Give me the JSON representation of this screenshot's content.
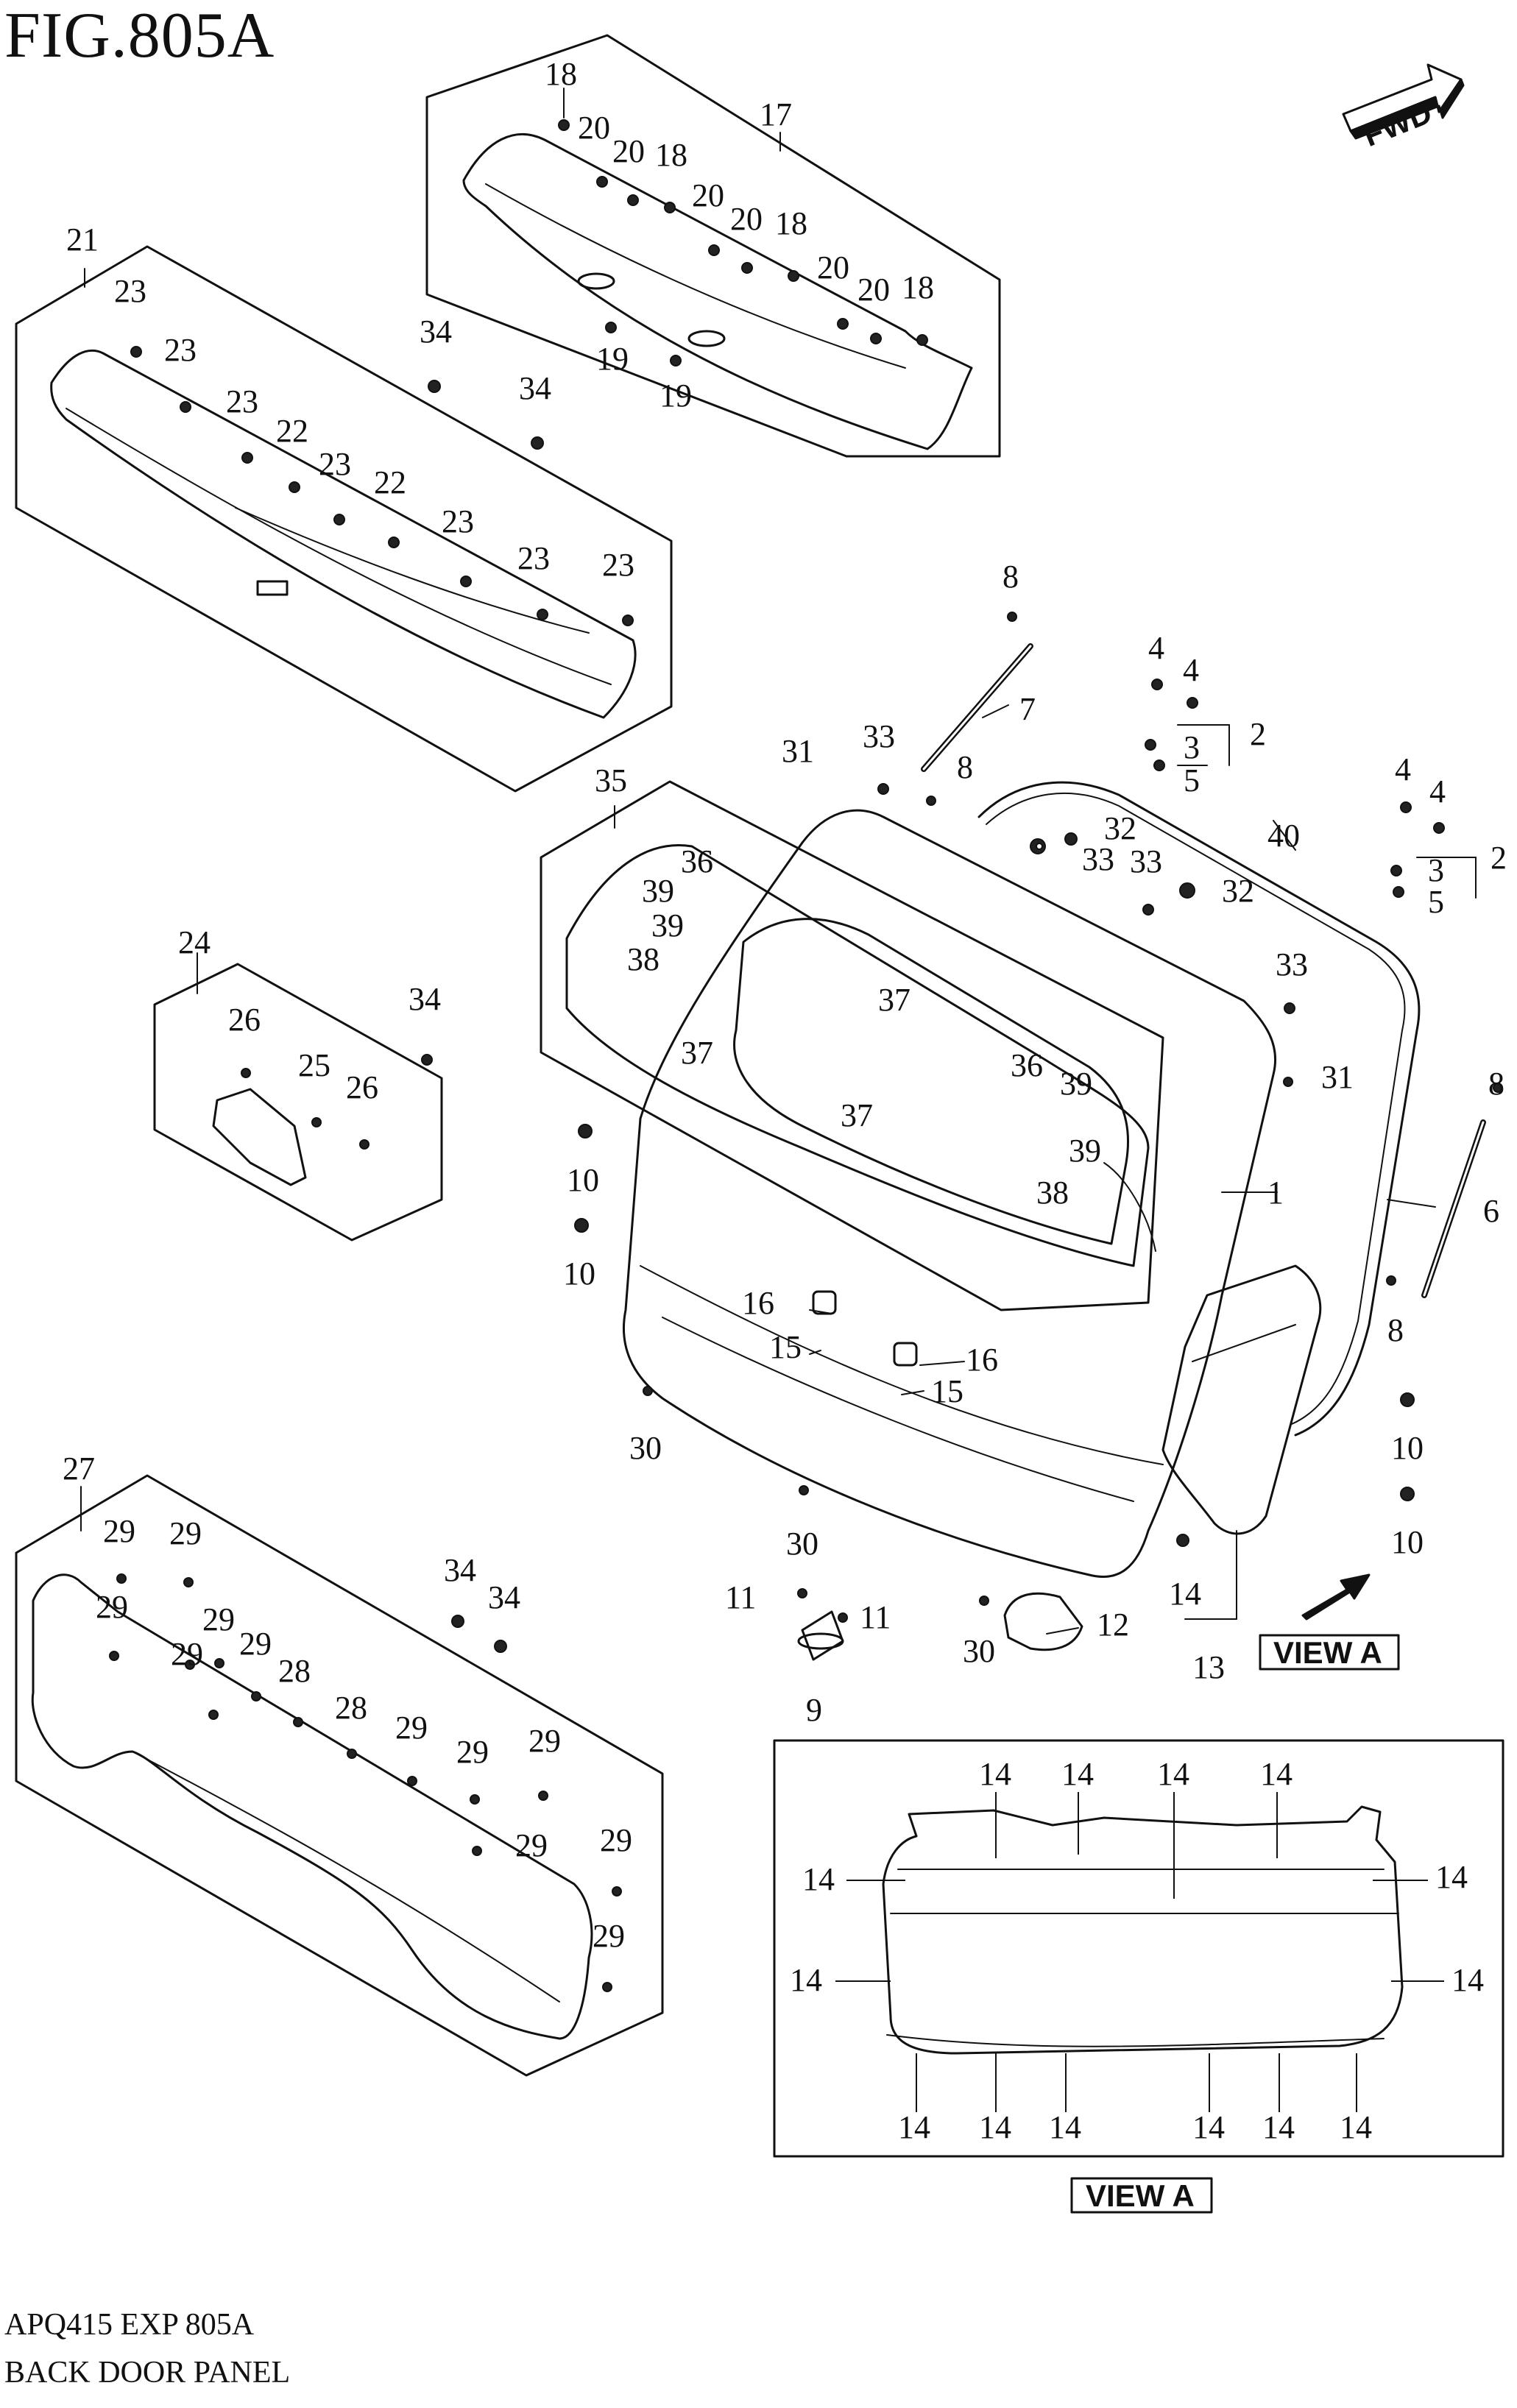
{
  "header": {
    "figure_title": "FIG.805A"
  },
  "footer": {
    "code": "APQ415 EXP 805A",
    "name": "BACK DOOR PANEL"
  },
  "badges": {
    "fwd": "FWD",
    "view_a_main": "VIEW A",
    "view_a_inset": "VIEW A"
  },
  "callouts": [
    {
      "id": "c18a",
      "text": "18"
    },
    {
      "id": "c17",
      "text": "17"
    },
    {
      "id": "c20a",
      "text": "20"
    },
    {
      "id": "c20b",
      "text": "20"
    },
    {
      "id": "c18b",
      "text": "18"
    },
    {
      "id": "c20c",
      "text": "20"
    },
    {
      "id": "c20d",
      "text": "20"
    },
    {
      "id": "c18c",
      "text": "18"
    },
    {
      "id": "c20e",
      "text": "20"
    },
    {
      "id": "c20f",
      "text": "20"
    },
    {
      "id": "c18d",
      "text": "18"
    },
    {
      "id": "c19a",
      "text": "19"
    },
    {
      "id": "c19b",
      "text": "19"
    },
    {
      "id": "c21",
      "text": "21"
    },
    {
      "id": "c23a",
      "text": "23"
    },
    {
      "id": "c23b",
      "text": "23"
    },
    {
      "id": "c23c",
      "text": "23"
    },
    {
      "id": "c22a",
      "text": "22"
    },
    {
      "id": "c23d",
      "text": "23"
    },
    {
      "id": "c22b",
      "text": "22"
    },
    {
      "id": "c23e",
      "text": "23"
    },
    {
      "id": "c23f",
      "text": "23"
    },
    {
      "id": "c23g",
      "text": "23"
    },
    {
      "id": "c34a",
      "text": "34"
    },
    {
      "id": "c34b",
      "text": "34"
    },
    {
      "id": "c8a",
      "text": "8"
    },
    {
      "id": "c7",
      "text": "7"
    },
    {
      "id": "c8b",
      "text": "8"
    },
    {
      "id": "c4a",
      "text": "4"
    },
    {
      "id": "c4b",
      "text": "4"
    },
    {
      "id": "c2a",
      "text": "2"
    },
    {
      "id": "c3a",
      "text": "3"
    },
    {
      "id": "c5a",
      "text": "5"
    },
    {
      "id": "c4c",
      "text": "4"
    },
    {
      "id": "c4d",
      "text": "4"
    },
    {
      "id": "c2b",
      "text": "2"
    },
    {
      "id": "c3b",
      "text": "3"
    },
    {
      "id": "c5b",
      "text": "5"
    },
    {
      "id": "c31a",
      "text": "31"
    },
    {
      "id": "c33a",
      "text": "33"
    },
    {
      "id": "c35",
      "text": "35"
    },
    {
      "id": "c32a",
      "text": "32"
    },
    {
      "id": "c33b",
      "text": "33"
    },
    {
      "id": "c33c",
      "text": "33"
    },
    {
      "id": "c32b",
      "text": "32"
    },
    {
      "id": "c40",
      "text": "40"
    },
    {
      "id": "c39a",
      "text": "39"
    },
    {
      "id": "c36a",
      "text": "36"
    },
    {
      "id": "c39b",
      "text": "39"
    },
    {
      "id": "c38a",
      "text": "38"
    },
    {
      "id": "c37a",
      "text": "37"
    },
    {
      "id": "c33d",
      "text": "33"
    },
    {
      "id": "c36b",
      "text": "36"
    },
    {
      "id": "c39c",
      "text": "39"
    },
    {
      "id": "c31b",
      "text": "31"
    },
    {
      "id": "c8c",
      "text": "8"
    },
    {
      "id": "c37b",
      "text": "37"
    },
    {
      "id": "c37c",
      "text": "37"
    },
    {
      "id": "c39d",
      "text": "39"
    },
    {
      "id": "c38b",
      "text": "38"
    },
    {
      "id": "c1",
      "text": "1"
    },
    {
      "id": "c6",
      "text": "6"
    },
    {
      "id": "c24",
      "text": "24"
    },
    {
      "id": "c26a",
      "text": "26"
    },
    {
      "id": "c34c",
      "text": "34"
    },
    {
      "id": "c25",
      "text": "25"
    },
    {
      "id": "c26b",
      "text": "26"
    },
    {
      "id": "c10a",
      "text": "10"
    },
    {
      "id": "c10b",
      "text": "10"
    },
    {
      "id": "c16a",
      "text": "16"
    },
    {
      "id": "c15a",
      "text": "15"
    },
    {
      "id": "c16b",
      "text": "16"
    },
    {
      "id": "c15b",
      "text": "15"
    },
    {
      "id": "c8d",
      "text": "8"
    },
    {
      "id": "c30a",
      "text": "30"
    },
    {
      "id": "c10c",
      "text": "10"
    },
    {
      "id": "c30b",
      "text": "30"
    },
    {
      "id": "c10d",
      "text": "10"
    },
    {
      "id": "c27",
      "text": "27"
    },
    {
      "id": "c29a",
      "text": "29"
    },
    {
      "id": "c29b",
      "text": "29"
    },
    {
      "id": "c34d",
      "text": "34"
    },
    {
      "id": "c34e",
      "text": "34"
    },
    {
      "id": "c11a",
      "text": "11"
    },
    {
      "id": "c11b",
      "text": "11"
    },
    {
      "id": "c14a",
      "text": "14"
    },
    {
      "id": "c29c",
      "text": "29"
    },
    {
      "id": "c29d",
      "text": "29"
    },
    {
      "id": "c12",
      "text": "12"
    },
    {
      "id": "c29e",
      "text": "29"
    },
    {
      "id": "c29f",
      "text": "29"
    },
    {
      "id": "c28a",
      "text": "28"
    },
    {
      "id": "c30c",
      "text": "30"
    },
    {
      "id": "c13",
      "text": "13"
    },
    {
      "id": "c9",
      "text": "9"
    },
    {
      "id": "c28b",
      "text": "28"
    },
    {
      "id": "c29g",
      "text": "29"
    },
    {
      "id": "c29h",
      "text": "29"
    },
    {
      "id": "c29i",
      "text": "29"
    },
    {
      "id": "c29j",
      "text": "29"
    },
    {
      "id": "c29k",
      "text": "29"
    },
    {
      "id": "c29l",
      "text": "29"
    },
    {
      "id": "v14a",
      "text": "14"
    },
    {
      "id": "v14b",
      "text": "14"
    },
    {
      "id": "v14c",
      "text": "14"
    },
    {
      "id": "v14d",
      "text": "14"
    },
    {
      "id": "v14e",
      "text": "14"
    },
    {
      "id": "v14f",
      "text": "14"
    },
    {
      "id": "v14g",
      "text": "14"
    },
    {
      "id": "v14h",
      "text": "14"
    },
    {
      "id": "v14i",
      "text": "14"
    },
    {
      "id": "v14j",
      "text": "14"
    },
    {
      "id": "v14k",
      "text": "14"
    },
    {
      "id": "v14l",
      "text": "14"
    },
    {
      "id": "v14m",
      "text": "14"
    },
    {
      "id": "v14n",
      "text": "14"
    }
  ]
}
